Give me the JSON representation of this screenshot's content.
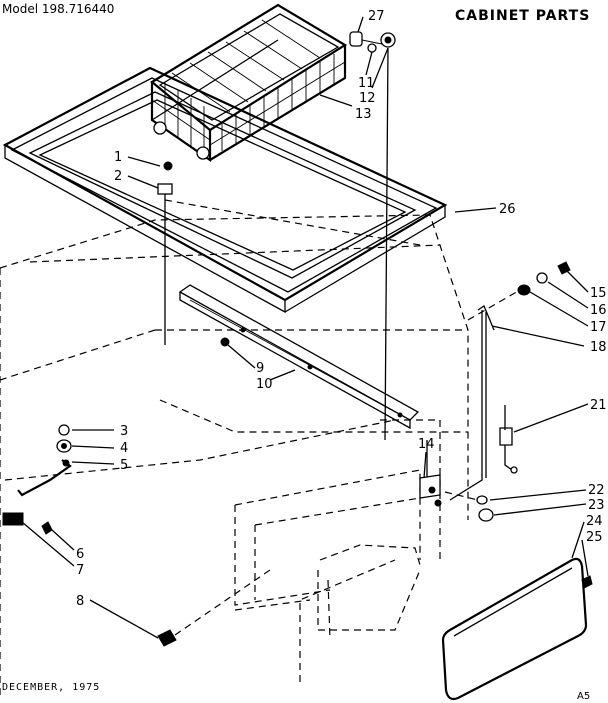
{
  "header": {
    "model": "Model 198.716440",
    "title": "CABINET PARTS"
  },
  "footer": {
    "date": "DECEMBER, 1975",
    "page_code": "A5"
  },
  "callouts": [
    "1",
    "2",
    "3",
    "4",
    "5",
    "6",
    "7",
    "8",
    "9",
    "10",
    "11",
    "12",
    "13",
    "14",
    "15",
    "16",
    "17",
    "18",
    "21",
    "22",
    "23",
    "24",
    "25",
    "26",
    "27"
  ]
}
